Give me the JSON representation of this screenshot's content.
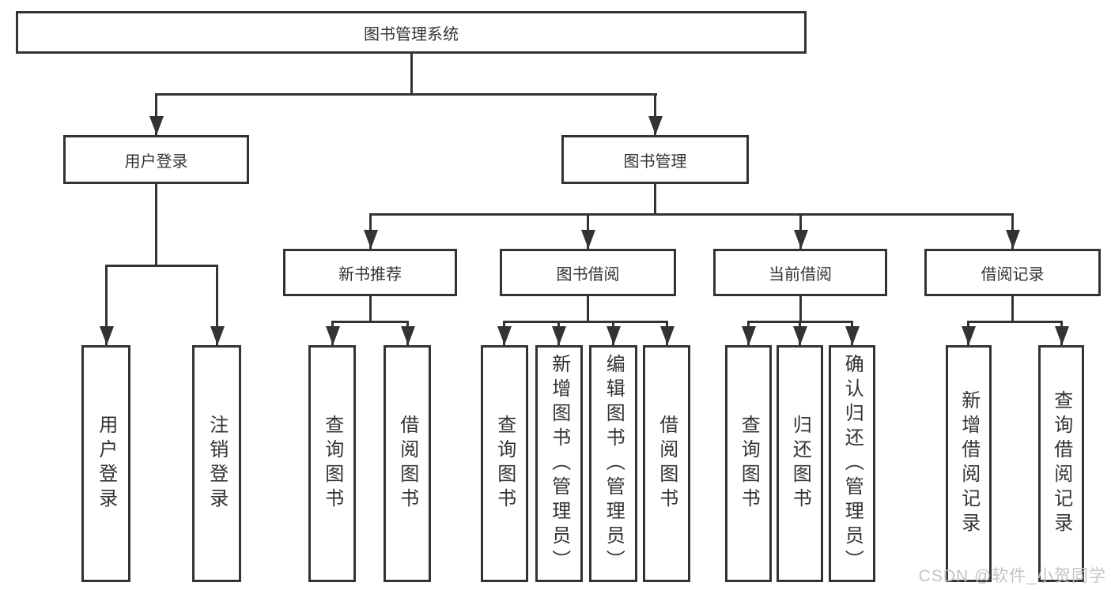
{
  "colors": {
    "line": "#333333",
    "text": "#333333",
    "background": "#ffffff",
    "watermark": "#c4c4c4"
  },
  "nodes": {
    "root": "图书管理系统",
    "user_login": "用户登录",
    "book_management": "图书管理",
    "new_book_recommend": "新书推荐",
    "book_borrow": "图书借阅",
    "current_borrow": "当前借阅",
    "borrow_record": "借阅记录",
    "leaves": {
      "user_login_login": "用户登录",
      "user_login_logout": "注销登录",
      "recommend_query_book": "查询图书",
      "recommend_borrow_book": "借阅图书",
      "borrow_query_book": "查询图书",
      "borrow_add_book": "新增图书（管理员）",
      "borrow_edit_book": "编辑图书（管理员）",
      "borrow_borrow_book": "借阅图书",
      "current_query_book": "查询图书",
      "current_return_book": "归还图书",
      "current_confirm_return": "确认归还（管理员）",
      "record_add_record": "新增借阅记录",
      "record_query_record": "查询借阅记录"
    }
  },
  "watermark": {
    "text": "CSDN @软件_小贺同学"
  }
}
